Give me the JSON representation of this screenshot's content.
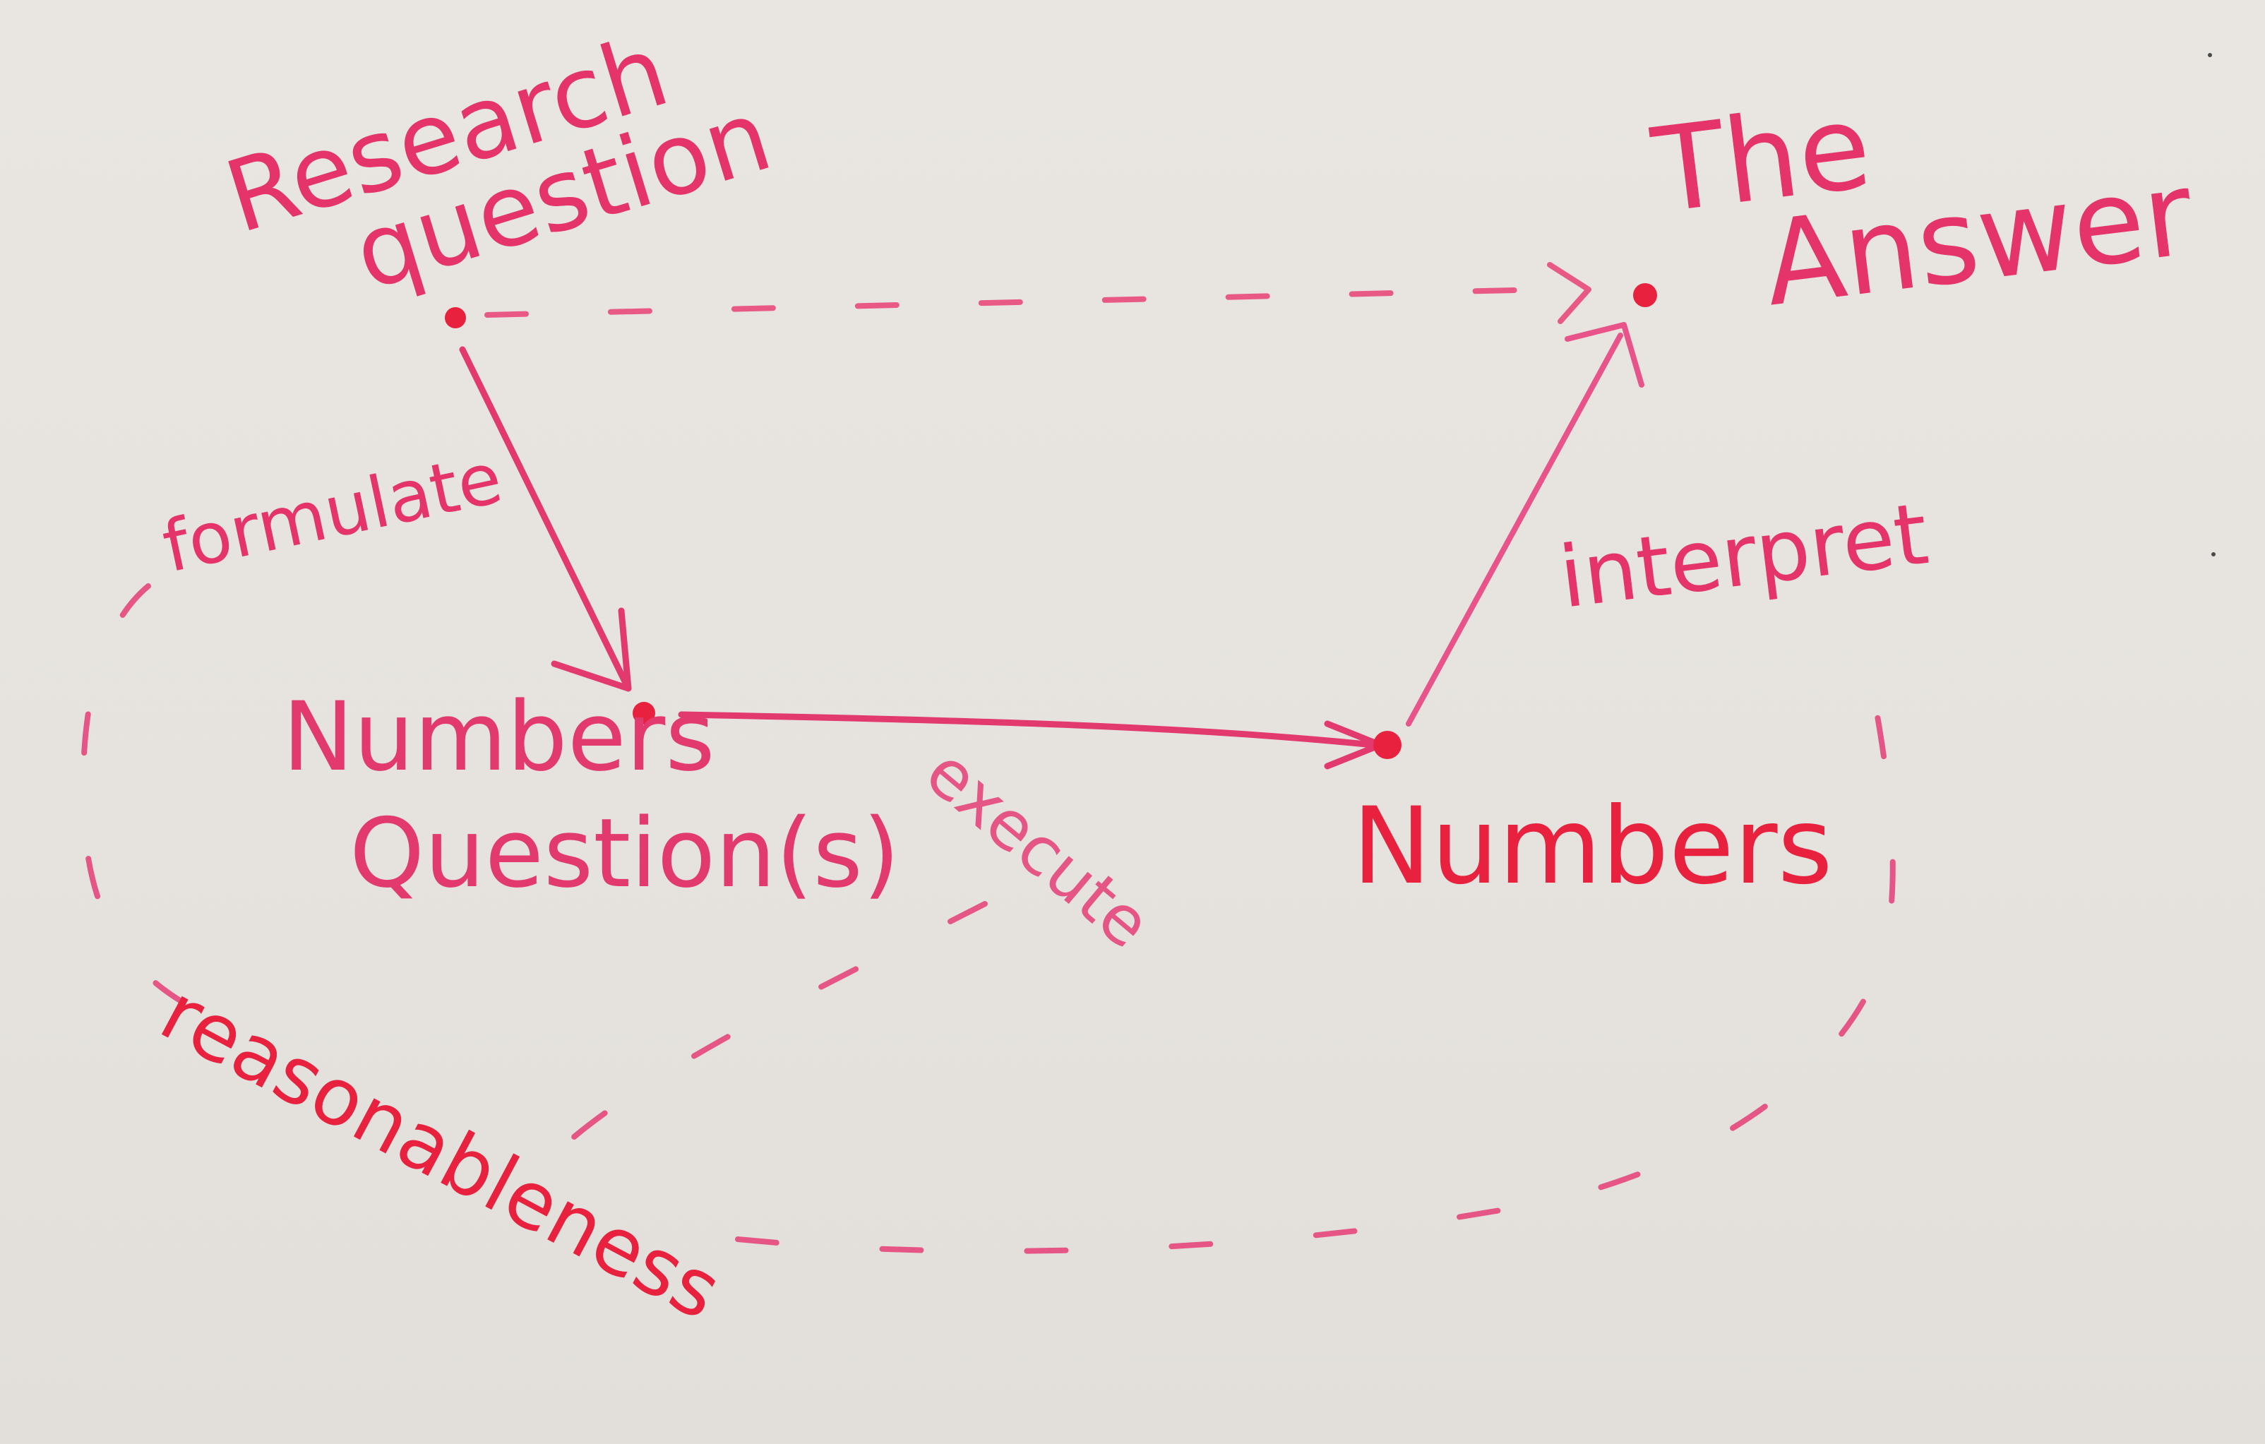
{
  "diagram": {
    "nodes": {
      "research_question": "Research\nquestion",
      "the_answer": "The\nAnswer",
      "numbers_questions": "Numbers\nQuestion(s)",
      "numbers": "Numbers"
    },
    "edges": {
      "formulate": "formulate",
      "execute": "execute",
      "interpret": "interpret",
      "reasonableness": "reasonableness"
    }
  },
  "colors": {
    "ink": "#e4346a",
    "ink_bright": "#e8213f",
    "board": "#e7e4df"
  }
}
